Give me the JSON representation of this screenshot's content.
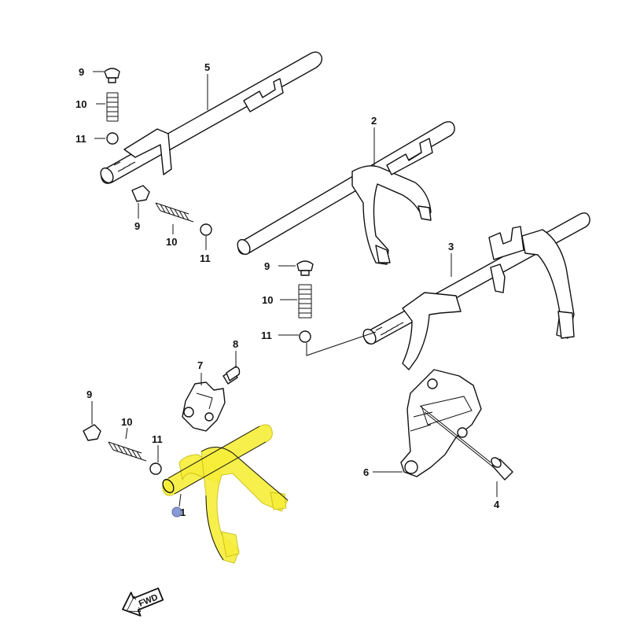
{
  "callouts": {
    "c1": "1",
    "c2": "2",
    "c3": "3",
    "c4": "4",
    "c5": "5",
    "c6": "6",
    "c7": "7",
    "c8": "8",
    "c9": "9",
    "c10": "10",
    "c11": "11"
  },
  "direction_marker": "FWD",
  "colors": {
    "highlight": "#f6ee39",
    "callout_dot": "#8a9ad6",
    "line": "#111111"
  },
  "icons": [
    "arrow-fwd-icon"
  ]
}
